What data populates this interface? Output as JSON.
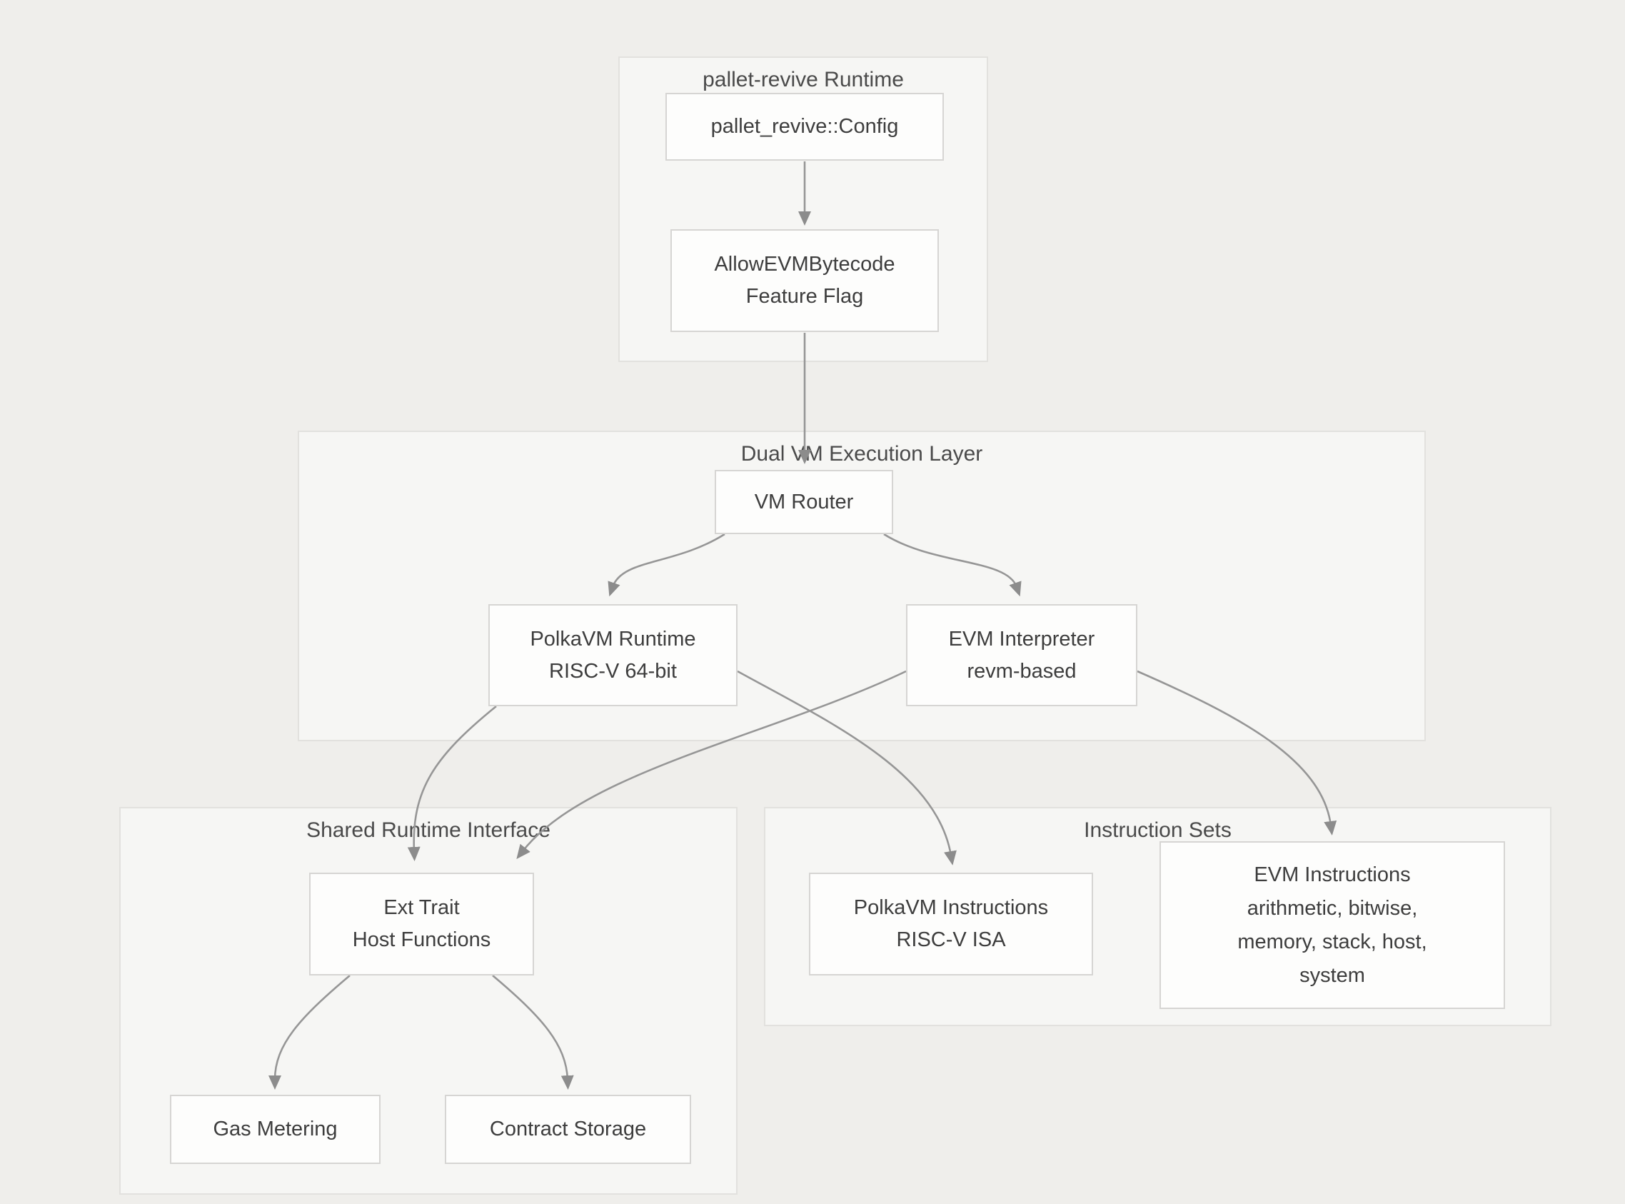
{
  "diagram": {
    "type": "flowchart",
    "containers": {
      "pallet": {
        "title": "pallet-revive Runtime"
      },
      "dualvm": {
        "title": "Dual VM Execution Layer"
      },
      "shared": {
        "title": "Shared Runtime Interface"
      },
      "instr": {
        "title": "Instruction Sets"
      }
    },
    "nodes": {
      "config": {
        "l1": "pallet_revive::Config"
      },
      "flag": {
        "l1": "AllowEVMBytecode",
        "l2": "Feature Flag"
      },
      "router": {
        "l1": "VM Router"
      },
      "polkavm": {
        "l1": "PolkaVM Runtime",
        "l2": "RISC-V 64-bit"
      },
      "evm": {
        "l1": "EVM Interpreter",
        "l2": "revm-based"
      },
      "ext": {
        "l1": "Ext Trait",
        "l2": "Host Functions"
      },
      "gas": {
        "l1": "Gas Metering"
      },
      "storage": {
        "l1": "Contract Storage"
      },
      "pvmi": {
        "l1": "PolkaVM Instructions",
        "l2": "RISC-V ISA"
      },
      "evmi": {
        "l1": "EVM Instructions",
        "l2": "arithmetic, bitwise,",
        "l3": "memory, stack, host,",
        "l4": "system"
      }
    },
    "edges": [
      {
        "from": "pallet_revive::Config",
        "to": "AllowEVMBytecode Feature Flag"
      },
      {
        "from": "AllowEVMBytecode Feature Flag",
        "to": "VM Router"
      },
      {
        "from": "VM Router",
        "to": "PolkaVM Runtime RISC-V 64-bit"
      },
      {
        "from": "VM Router",
        "to": "EVM Interpreter revm-based"
      },
      {
        "from": "PolkaVM Runtime RISC-V 64-bit",
        "to": "Ext Trait Host Functions"
      },
      {
        "from": "PolkaVM Runtime RISC-V 64-bit",
        "to": "PolkaVM Instructions RISC-V ISA"
      },
      {
        "from": "EVM Interpreter revm-based",
        "to": "Ext Trait Host Functions"
      },
      {
        "from": "EVM Interpreter revm-based",
        "to": "EVM Instructions arithmetic, bitwise, memory, stack, host, system"
      },
      {
        "from": "Ext Trait Host Functions",
        "to": "Gas Metering"
      },
      {
        "from": "Ext Trait Host Functions",
        "to": "Contract Storage"
      }
    ],
    "colors": {
      "page_bg": "#efeeeb",
      "container_bg": "#f6f6f4",
      "container_border": "#e2e1de",
      "node_bg": "#fdfdfc",
      "node_border": "#d6d5d3",
      "text": "#3d3d3d",
      "title": "#4a4a4a",
      "arrow": "#969696"
    }
  }
}
